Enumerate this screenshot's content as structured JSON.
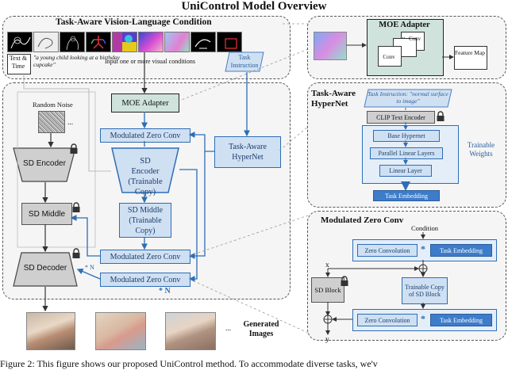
{
  "title": "UniControl Model Overview",
  "vision_language": {
    "heading": "Task-Aware Vision-Language Condition",
    "text_time": "Text & Time",
    "prompt": "\"a young child looking at a birthday cupcake\"",
    "input_note": "Input one or more visual conditions",
    "task_instruction": "Task Instruction"
  },
  "main": {
    "random_noise": "Random Noise",
    "ellipsis": "...",
    "moe_adapter": "MOE Adapter",
    "task_aware_hypernet": "Task-Aware HyperNet",
    "mod_zero_conv_top": "Modulated Zero Conv",
    "sd_encoder_trainable": "SD Encoder (Trainable Copy)",
    "sd_middle_trainable": "SD Middle (Trainable Copy)",
    "mod_zero_conv_mid": "Modulated Zero Conv",
    "mod_zero_conv_bot": "Modulated Zero Conv",
    "sd_encoder": "SD Encoder",
    "sd_middle": "SD Middle",
    "sd_decoder": "SD Decoder",
    "times_n_left": "* N",
    "times_n_bottom": "* N",
    "generated": "Generated Images"
  },
  "moe_panel": {
    "heading": "MOE Adapter",
    "conv1": "Conv",
    "conv2": "Conv",
    "conv3": "Conv",
    "ellipsis": "...",
    "feature_map": "Feature Map"
  },
  "hypernet_panel": {
    "heading": "Task-Aware HyperNet",
    "instruction": "Task Instruction: \"normal surface to image\"",
    "clip": "CLIP Text Encoder",
    "base": "Base Hypernet",
    "parallel": "Parallel Linear Layers",
    "linear": "Linear Layer",
    "trainable": "Trainable Weights",
    "embedding": "Task Embedding"
  },
  "mzc_panel": {
    "heading": "Modulated Zero Conv",
    "condition": "Condition",
    "zero_conv_top": "Zero Convolution",
    "task_emb_top": "Task Embedding",
    "star_top": "*",
    "zero_conv_bot": "Zero Convolution",
    "task_emb_bot": "Task Embedding",
    "star_bot": "*",
    "trainable_copy": "Trainable Copy of SD Block",
    "sd_block": "SD Block",
    "x": "x",
    "y": "y"
  },
  "caption": "Figure 2: This figure shows our proposed UniControl method. To accommodate diverse tasks, we'v"
}
